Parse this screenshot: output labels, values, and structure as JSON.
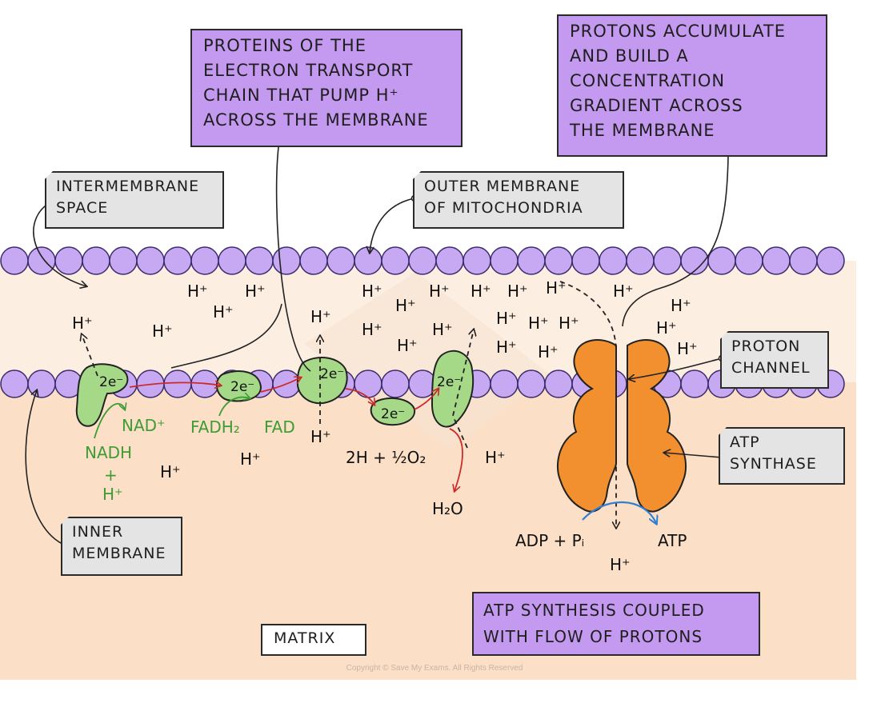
{
  "labels": {
    "etc_proteins": [
      "PROTEINS OF THE",
      "ELECTRON TRANSPORT",
      "CHAIN THAT PUMP H⁺",
      "ACROSS THE MEMBRANE"
    ],
    "protons_accumulate": [
      "PROTONS ACCUMULATE",
      "AND BUILD A",
      "CONCENTRATION",
      "GRADIENT ACROSS",
      "THE MEMBRANE"
    ],
    "intermembrane_space": [
      "INTERMEMBRANE",
      "SPACE"
    ],
    "outer_membrane": [
      "OUTER MEMBRANE",
      "OF MITOCHONDRIA"
    ],
    "proton_channel": [
      "PROTON",
      "CHANNEL"
    ],
    "atp_synthase": [
      "ATP",
      "SYNTHASE"
    ],
    "inner_membrane": [
      "INNER",
      "MEMBRANE"
    ],
    "atp_coupled": [
      "ATP SYNTHESIS COUPLED",
      "WITH FLOW OF PROTONS"
    ],
    "matrix": "MATRIX"
  },
  "molecules": {
    "electrons": "2e⁻",
    "nad_plus": "NAD⁺",
    "nadh": "NADH",
    "plus": "+",
    "fadh2": "FADH₂",
    "fad": "FAD",
    "oxygen_reaction": "2H + ½O₂",
    "water": "H₂O",
    "adp_pi": "ADP + Pᵢ",
    "atp": "ATP",
    "proton": "H⁺"
  },
  "copyright": "Copyright © Save My Exams. All Rights Reserved",
  "colors": {
    "intermembrane": "#fdeee2",
    "matrix": "#fbdfc6",
    "membrane_bead": "#c7a8f2",
    "protein_green": "#a6d987",
    "atp_synthase": "#f2902f",
    "label_purple": "#c49af0",
    "label_grey": "#e4e4e4",
    "electron_arrow": "#cc2a2a",
    "nadh_arrow": "#3f9c35",
    "atp_arrow": "#2f7fd4"
  }
}
